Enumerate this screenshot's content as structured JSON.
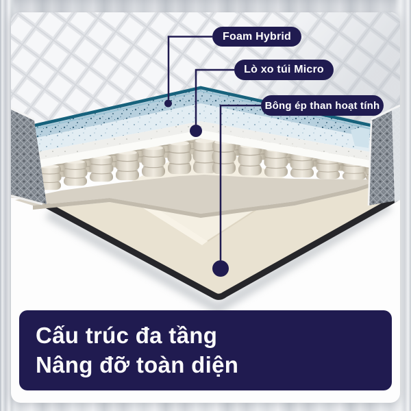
{
  "callouts": [
    {
      "label": "Foam Hybrid"
    },
    {
      "label": "Lò xo túi Micro"
    },
    {
      "label": "Bông ép than hoạt tính"
    }
  ],
  "banner": {
    "line1": "Cấu trúc đa tầng",
    "line2": "Nâng đỡ toàn diện"
  },
  "colors": {
    "navy": "#201b50",
    "banner_text": "#fafafa",
    "teal_tape": "#17627c",
    "foam_blue": "#b7d0de",
    "comfort_white": "#efefec",
    "spring_beige": "#e9e3d8",
    "board_tan": "#d7d1c5",
    "base_cream": "#e9e2d1",
    "side_fabric_gray": "#7e858d",
    "bottom_edge_black": "#26262a",
    "card_white": "#fdfdfd"
  }
}
